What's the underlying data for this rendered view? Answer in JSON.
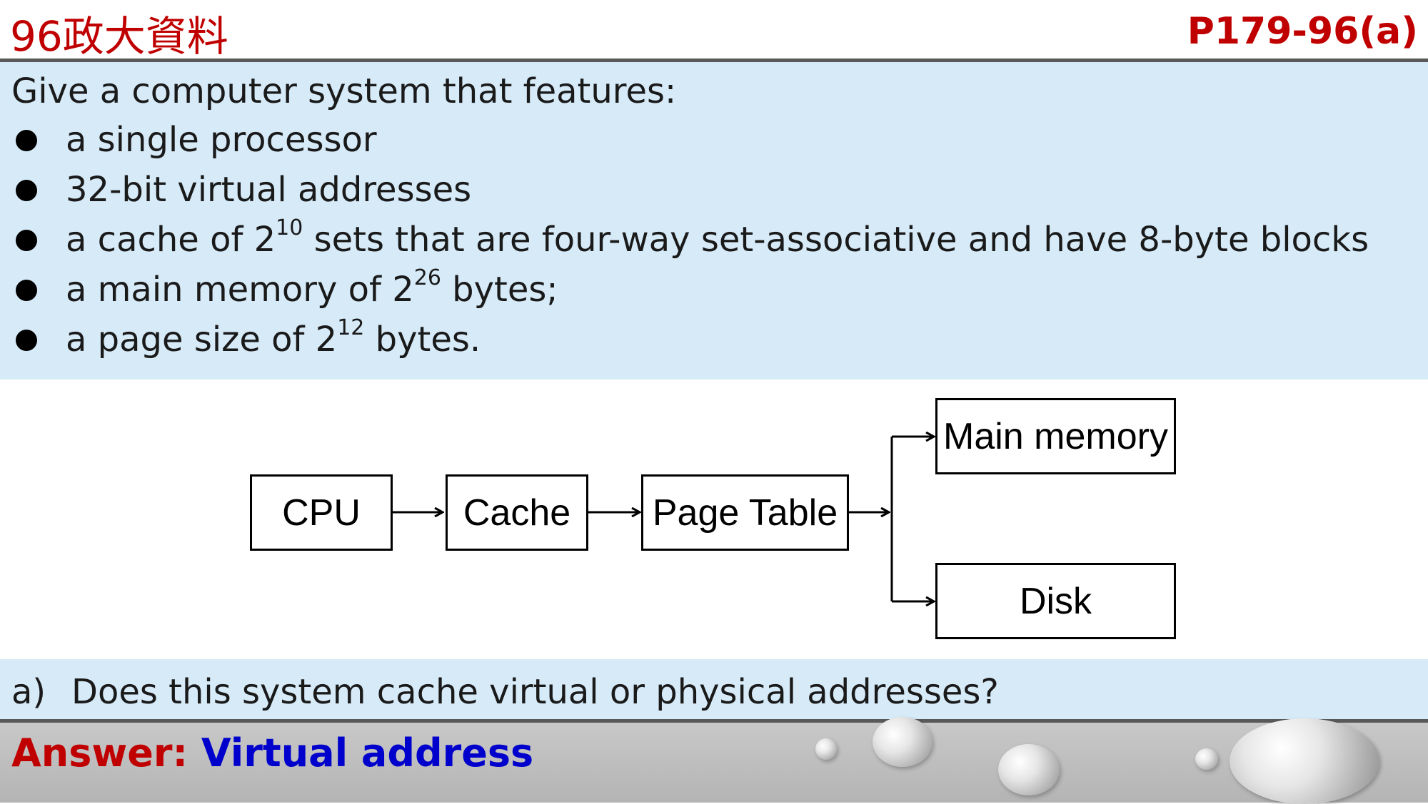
{
  "header": {
    "left_title": "96政大資料",
    "right_title": "P179-96(a)"
  },
  "intro": "Give a computer system that features:",
  "bullets": [
    {
      "pre": "a single processor",
      "sup": "",
      "post": ""
    },
    {
      "pre": "32-bit virtual addresses",
      "sup": "",
      "post": ""
    },
    {
      "pre": "a cache of 2",
      "sup": "10",
      "post": " sets that are four-way set-associative and have 8-byte blocks"
    },
    {
      "pre": "a main memory of 2",
      "sup": "26",
      "post": " bytes;"
    },
    {
      "pre": "a page size of 2",
      "sup": "12",
      "post": " bytes."
    }
  ],
  "diagram": {
    "cpu": "CPU",
    "cache": "Cache",
    "page_table": "Page Table",
    "main_memory": "Main memory",
    "disk": "Disk"
  },
  "question": {
    "label": "a)",
    "text": "Does this system cache virtual or physical addresses?"
  },
  "answer": {
    "label": "Answer: ",
    "value": "Virtual address"
  },
  "colors": {
    "header_red": "#c00000",
    "answer_blue": "#0000cc",
    "panel_blue": "#d6eaf8"
  }
}
